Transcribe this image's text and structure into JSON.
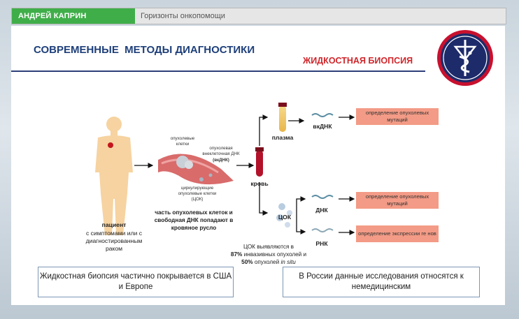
{
  "header": {
    "presenter": "АНДРЕЙ КАПРИН",
    "series": "Горизонты онкопомощи"
  },
  "slide": {
    "title": "СОВРЕМЕННЫЕ  МЕТОДЫ ДИАГНОСТИКИ",
    "subtitle": "ЖИДКОСТНАЯ БИОПСИЯ"
  },
  "diagram": {
    "patient": {
      "title": "пациент",
      "desc": "с симптомами или с диагностированным раком"
    },
    "vessel": {
      "tumor_cells": "опухолевые клетки",
      "ctdna": "опухолевая внеклеточная ДНК",
      "ctdna_abbr": "(вкДНК)",
      "ctc": "циркулирующие опухолевые клетки",
      "ctc_abbr": "(ЦОК)",
      "caption": "часть опухолевых клеток и свободная ДНК попадают в кровяное русло"
    },
    "blood": "кровь",
    "plasma": "плазма",
    "ctc_label": "ЦОК",
    "ctc_note_1": "ЦОК выявляются в",
    "ctc_note_pct1": "87%",
    "ctc_note_2": "инвазивных опухолей и",
    "ctc_note_pct2": "50%",
    "ctc_note_3": "опухолей",
    "ctc_note_insitu": "in situ",
    "branches": [
      {
        "marker": "вкДНК",
        "result": "определение опухолевых мутаций"
      },
      {
        "marker": "ДНК",
        "result": "определение опухолевых мутаций"
      },
      {
        "marker": "РНК",
        "result": "определение экспрессии ге нов"
      }
    ]
  },
  "notes": {
    "left": "Жидкостная биопсия частично покрывается в США и Европе",
    "right": "В России данные исследования относятся к немедицинским"
  },
  "colors": {
    "presenter_bg": "#3fae49",
    "title": "#1e3f7a",
    "subtitle": "#d0262b",
    "result_box": "#f39b86",
    "blood": "#b3122a"
  }
}
